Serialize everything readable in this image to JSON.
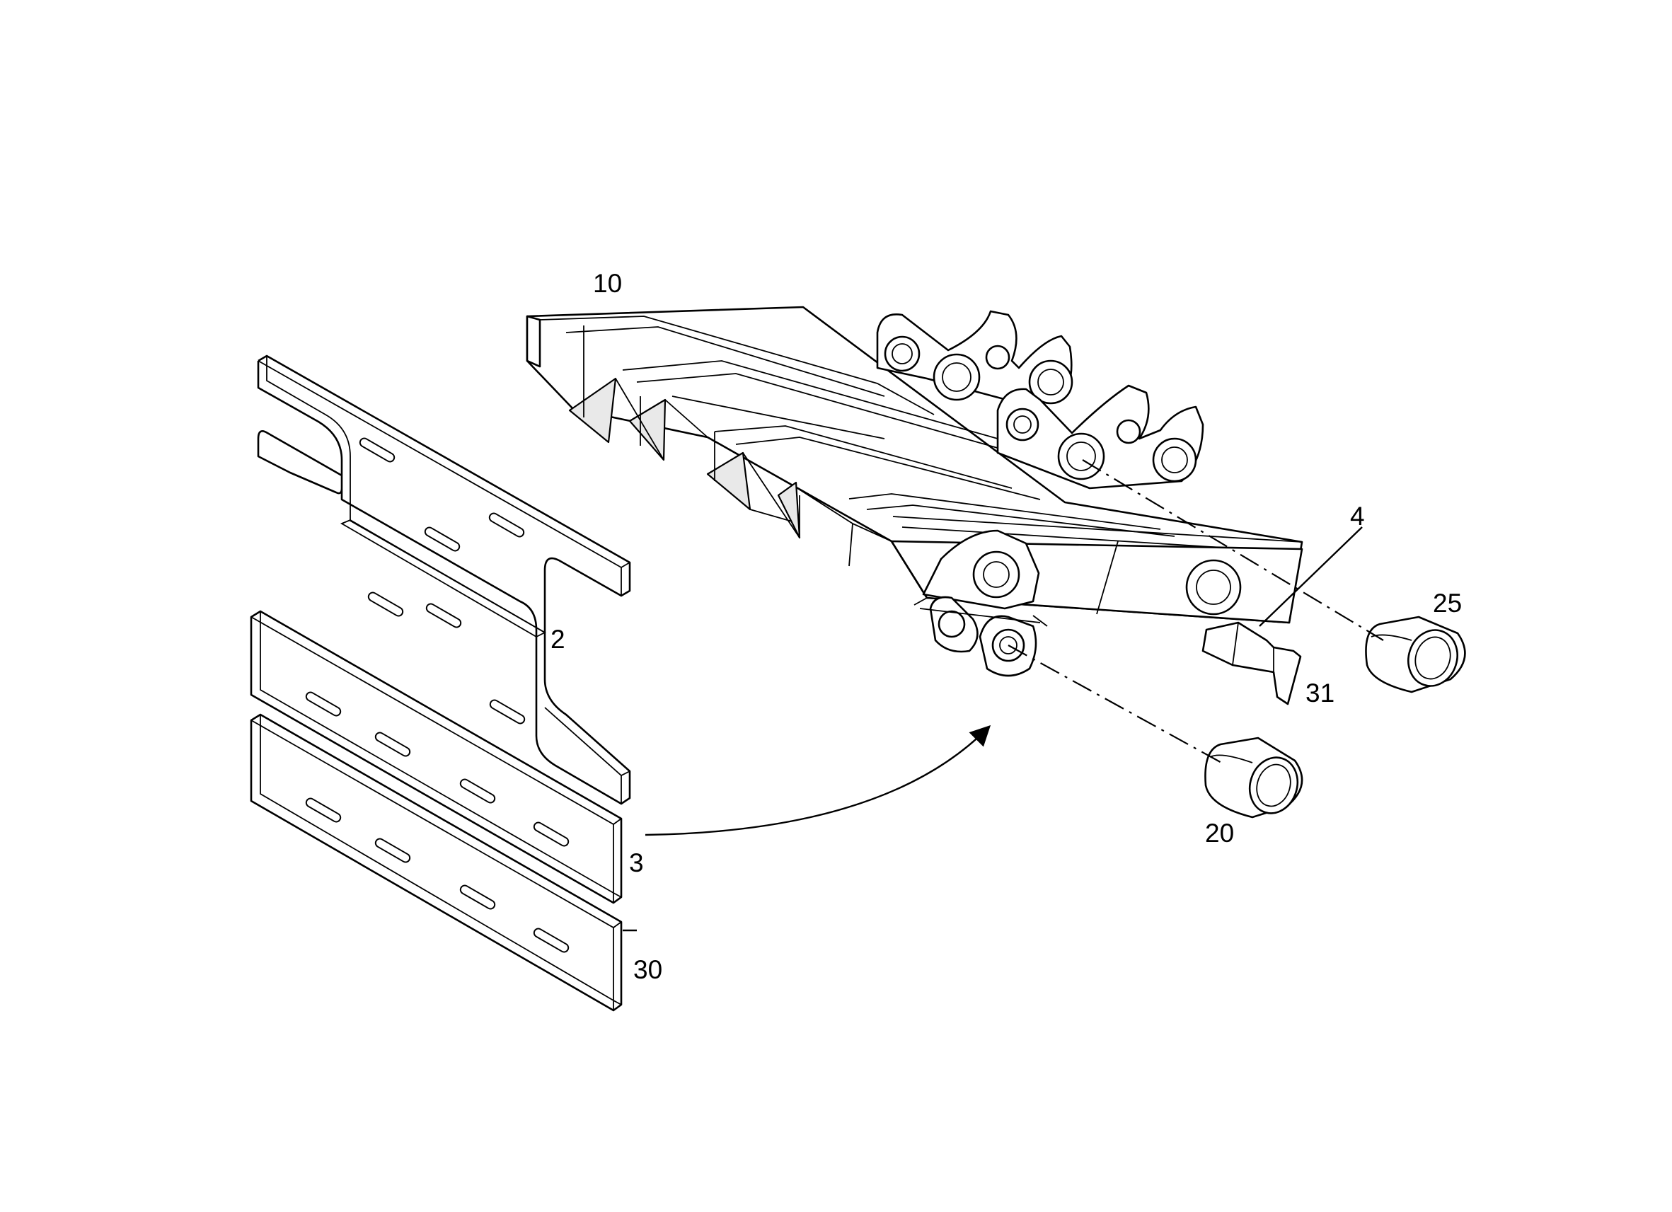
{
  "labels": {
    "frame": "10",
    "top_plate": "2",
    "middle_plate": "3",
    "bottom_plate": "30",
    "bracket_lead": "4",
    "bracket": "31",
    "bushing_right": "25",
    "bushing_lower": "20"
  },
  "colors": {
    "line": "#000000",
    "background": "#ffffff",
    "shade": "#e9e9e9"
  }
}
